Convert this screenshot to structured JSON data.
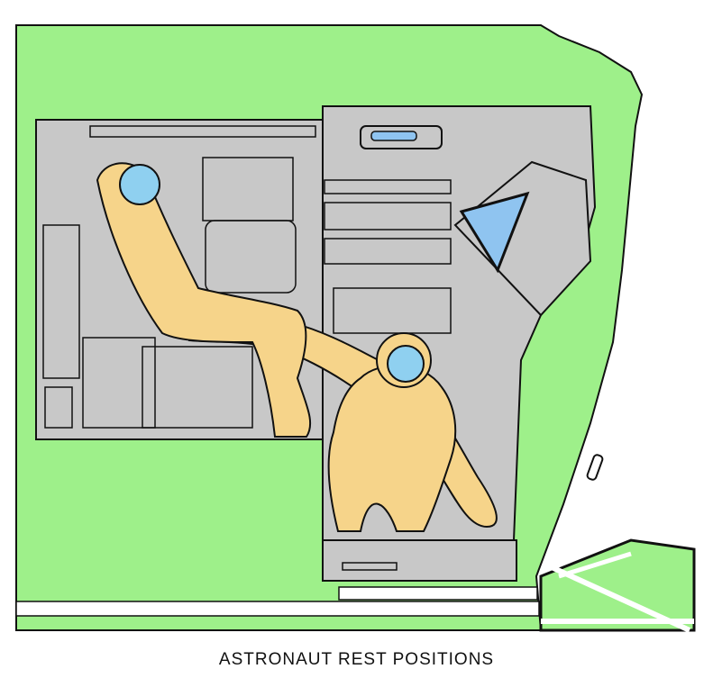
{
  "figure": {
    "caption": "ASTRONAUT REST POSITIONS",
    "colors": {
      "background": "#9ef08a",
      "cabin": "#c8c8c8",
      "suit": "#f6d48a",
      "visor": "#8fd0f0",
      "window": "#8fc4f0",
      "outline": "#111111"
    },
    "elements": [
      "left-cabin-bay",
      "right-cabin-bay",
      "reclined-astronaut",
      "seated-astronaut",
      "window",
      "umbilical-hose"
    ]
  }
}
